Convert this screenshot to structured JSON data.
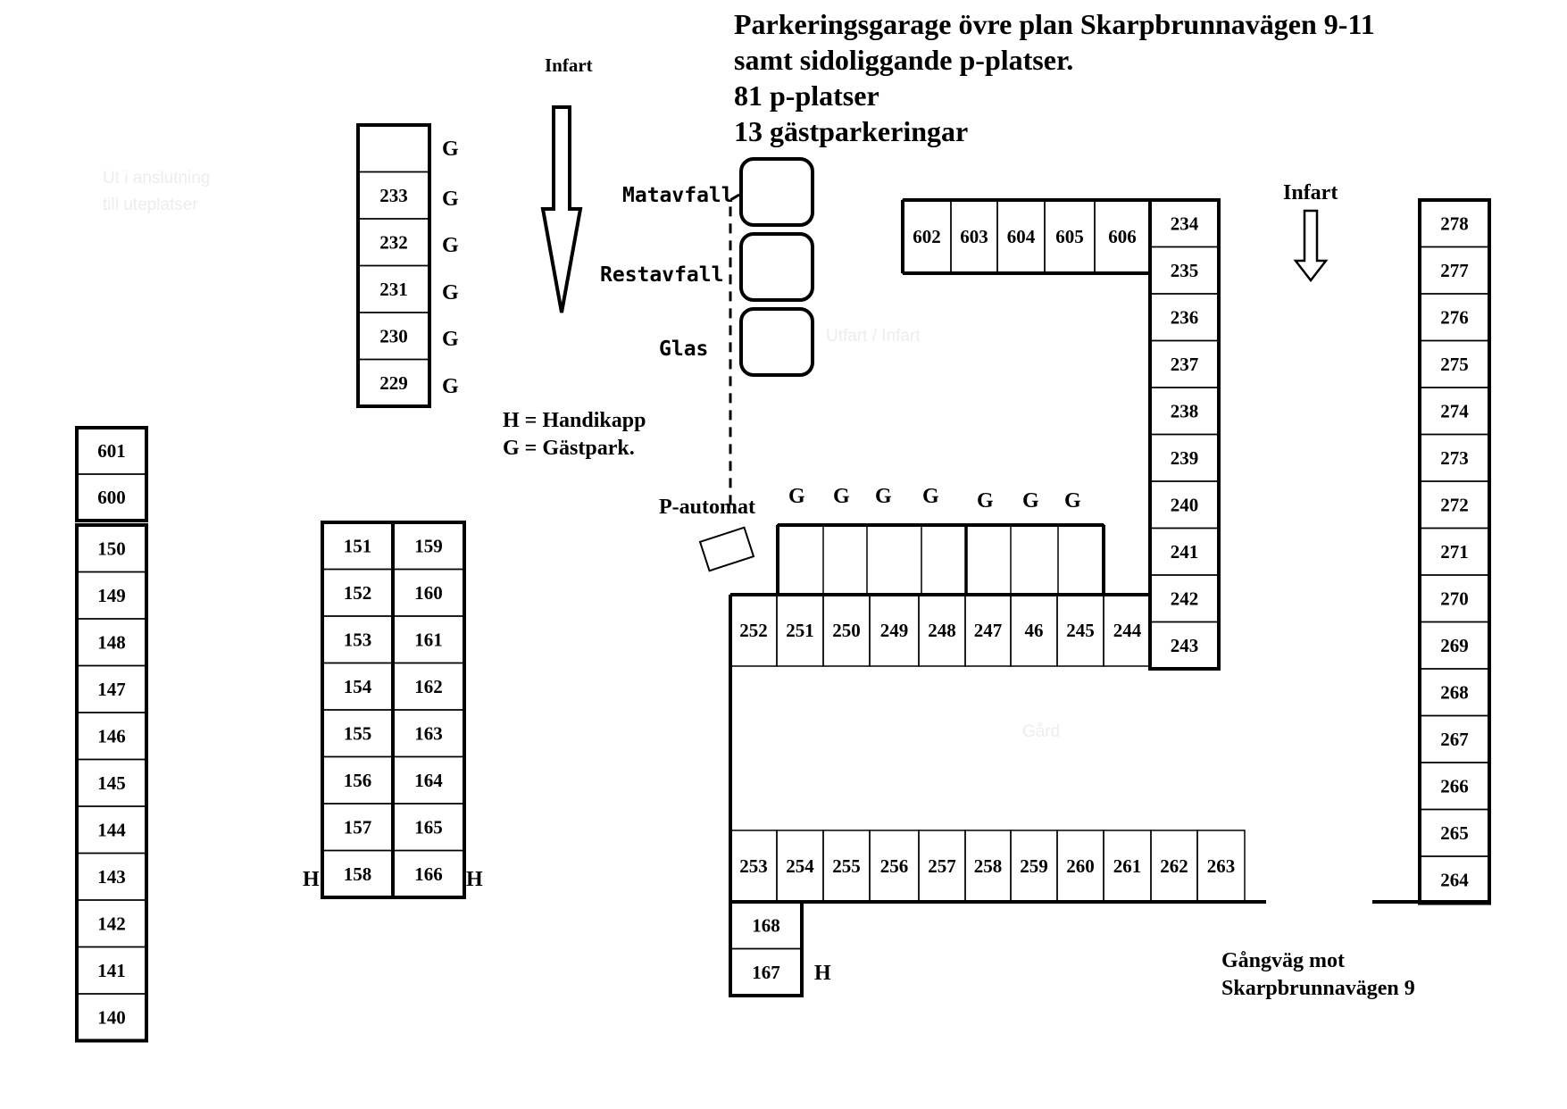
{
  "title": {
    "line1": "Parkeringsgarage  övre plan  Skarpbrunnavägen 9-11",
    "line2": "samt sidoliggande p-platser.",
    "line3": "81 p-platser",
    "line4": "13 gästparkeringar"
  },
  "labels": {
    "infart_left": "Infart",
    "infart_right": "Infart",
    "matavfall": "Matavfall",
    "restavfall": "Restavfall",
    "glas": "Glas",
    "legend_h": "H = Handikapp",
    "legend_g": "G = Gästpark.",
    "p_automat": "P-automat",
    "gangvag_1": "Gångväg mot",
    "gangvag_2": "Skarpbrunnavägen 9",
    "guest_mark": "G",
    "handicap_mark": "H"
  },
  "spaces": {
    "col_140_150": [
      "150",
      "149",
      "148",
      "147",
      "146",
      "145",
      "144",
      "143",
      "142",
      "141",
      "140"
    ],
    "col_600": [
      "601",
      "600"
    ],
    "col_151": [
      "151",
      "152",
      "153",
      "154",
      "155",
      "156",
      "157",
      "158"
    ],
    "col_159": [
      "159",
      "160",
      "161",
      "162",
      "163",
      "164",
      "165",
      "166"
    ],
    "col_229": [
      "",
      "233",
      "232",
      "231",
      "230",
      "229"
    ],
    "top_row_602": [
      "602",
      "603",
      "604",
      "605",
      "606"
    ],
    "col_234": [
      "234",
      "235",
      "236",
      "237",
      "238",
      "239",
      "240",
      "241",
      "242",
      "243"
    ],
    "row_252": [
      "252",
      "251",
      "250",
      "249",
      "248",
      "247",
      "46",
      "245",
      "244"
    ],
    "row_253": [
      "253",
      "254",
      "255",
      "256",
      "257",
      "258",
      "259",
      "260",
      "261",
      "262",
      "263"
    ],
    "col_167": [
      "168",
      "167"
    ],
    "col_278": [
      "278",
      "277",
      "276",
      "275",
      "274",
      "273",
      "272",
      "271",
      "270",
      "269",
      "268",
      "267",
      "266",
      "265",
      "264"
    ]
  }
}
